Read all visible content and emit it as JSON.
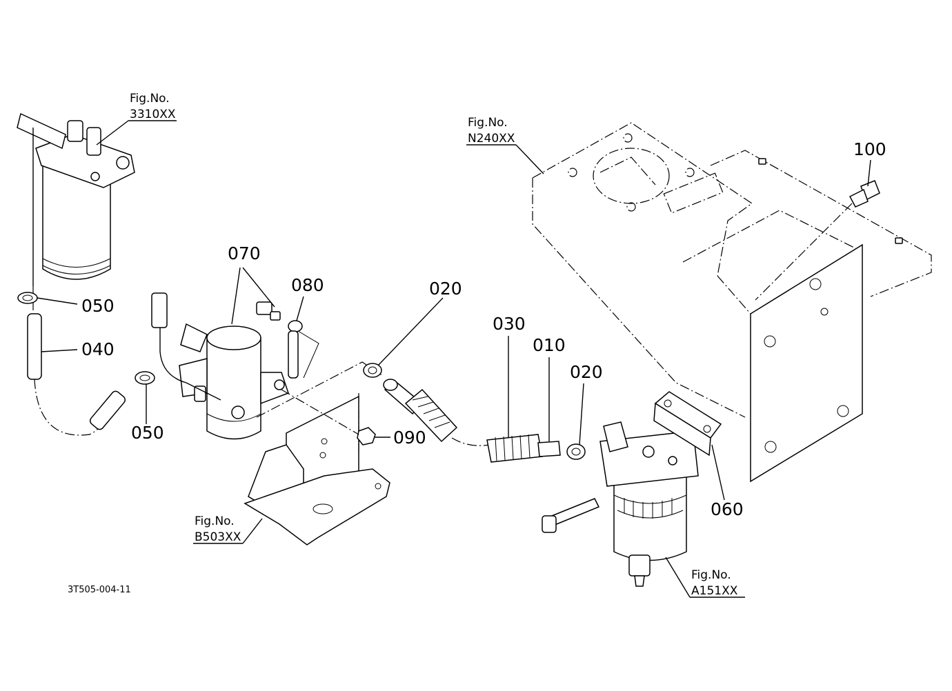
{
  "parts": [
    {
      "key": "p100",
      "label": "100"
    },
    {
      "key": "p070",
      "label": "070"
    },
    {
      "key": "p080",
      "label": "080"
    },
    {
      "key": "p020a",
      "label": "020"
    },
    {
      "key": "p030",
      "label": "030"
    },
    {
      "key": "p010",
      "label": "010"
    },
    {
      "key": "p020b",
      "label": "020"
    },
    {
      "key": "p050a",
      "label": "050"
    },
    {
      "key": "p040",
      "label": "040"
    },
    {
      "key": "p050b",
      "label": "050"
    },
    {
      "key": "p090",
      "label": "090"
    },
    {
      "key": "p060",
      "label": "060"
    }
  ],
  "figure_refs": [
    {
      "key": "f3310",
      "title": "Fig.No.",
      "code": "3310XX"
    },
    {
      "key": "fN240",
      "title": "Fig.No.",
      "code": "N240XX"
    },
    {
      "key": "fB503",
      "title": "Fig.No.",
      "code": "B503XX"
    },
    {
      "key": "fA151",
      "title": "Fig.No.",
      "code": "A151XX"
    }
  ],
  "drawing_code": "3T505-004-11"
}
